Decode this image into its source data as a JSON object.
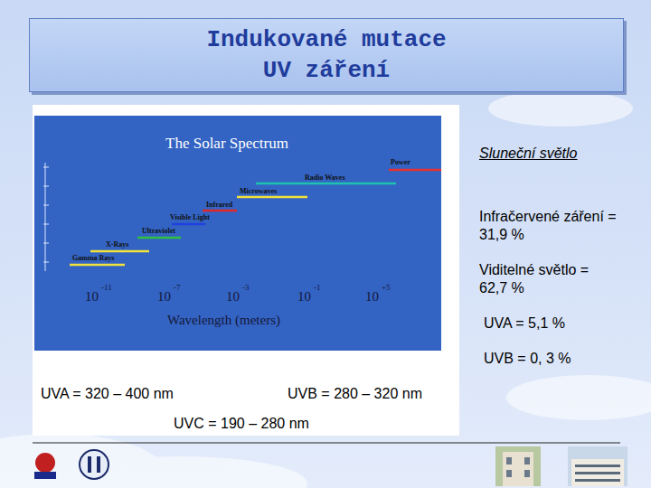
{
  "diagram": {
    "title": "Indukované mutace UV záření",
    "labels": [
      "The Solar Spectrum",
      "Power",
      "Radio Waves",
      "Microwaves",
      "Infrared",
      "Visible Light",
      "Ultraviolet",
      "X-Rays",
      "Gamma Rays",
      "10",
      "-11",
      "10",
      "-7",
      "10",
      "-3",
      "10",
      "-1",
      "10",
      "+5",
      "Wavelength (meters)",
      "Sluneční světlo",
      "Infračervené záření = 31,9 %",
      "Viditelné světlo = 62,7 %",
      "UVA = 5,1 %",
      "UVB = 0, 3 %",
      "UVA = 320 – 400 nm",
      "UVB = 280 – 320 nm",
      "UVC = 190 – 280 nm"
    ]
  }
}
